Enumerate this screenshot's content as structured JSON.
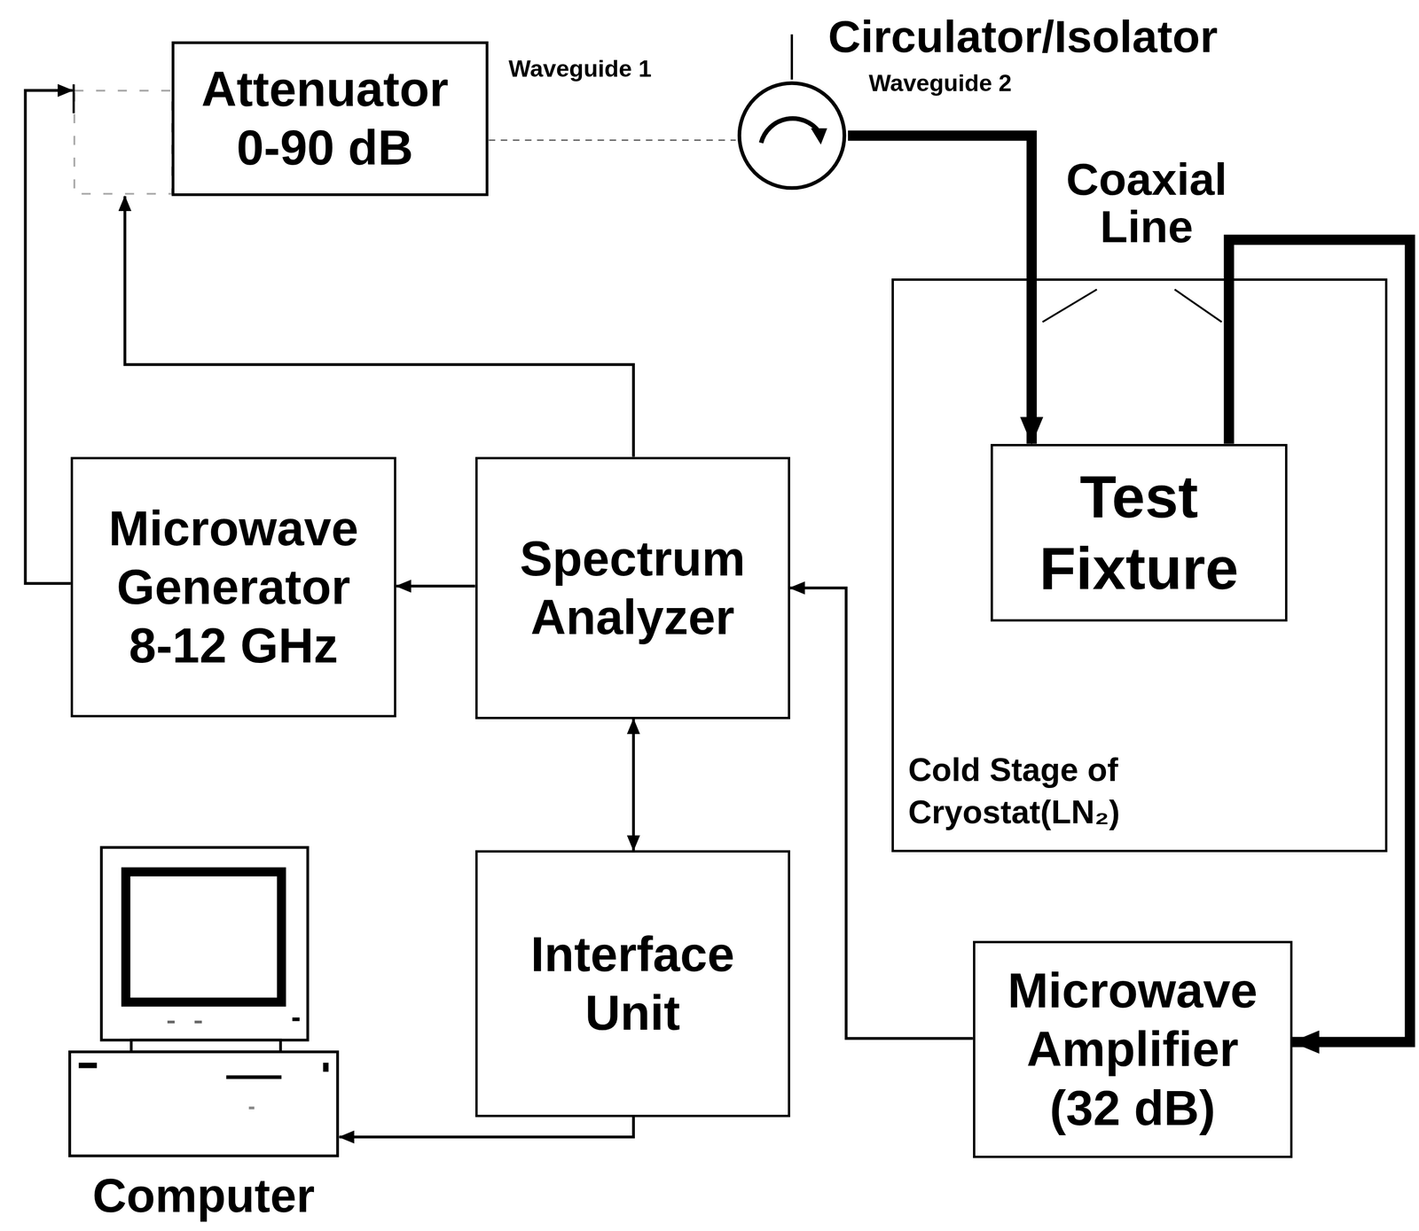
{
  "diagram": {
    "nodes": [
      {
        "text": [
          "Attenuator 0-90 dB"
        ]
      },
      {
        "text": [
          "Circulator/Isolator"
        ]
      },
      {
        "text": [
          "Cold Stage of Cryostat(LN₂)"
        ]
      },
      {
        "text": [
          "Test Fixture"
        ],
        "in": 2
      },
      {
        "text": [
          "Microwave Generator 8-12 GHz"
        ]
      },
      {
        "text": [
          "Spectrum Analyzer"
        ]
      },
      {
        "text": [
          "Interface Unit"
        ]
      },
      {
        "text": [
          "Computer"
        ]
      },
      {
        "text": [
          "Microwave Amplifier (32 dB)"
        ]
      }
    ],
    "edges": [
      {
        "from": 4,
        "to": 0,
        "arrow": "to"
      },
      {
        "from": 0,
        "to": 1,
        "arrow": "none"
      },
      {
        "from": 1,
        "to": 3,
        "arrow": "to"
      },
      {
        "from": 3,
        "to": 8,
        "arrow": "to"
      },
      {
        "from": 8,
        "to": 5,
        "arrow": "to"
      },
      {
        "from": 5,
        "to": 0,
        "arrow": "to"
      },
      {
        "from": 5,
        "to": 4,
        "arrow": "to"
      },
      {
        "from": 5,
        "to": 6,
        "arrow": "both"
      },
      {
        "from": 6,
        "to": 7,
        "arrow": "to"
      }
    ],
    "labels": [
      "Waveguide 1",
      "Waveguide 2",
      "Coaxial Line"
    ]
  }
}
